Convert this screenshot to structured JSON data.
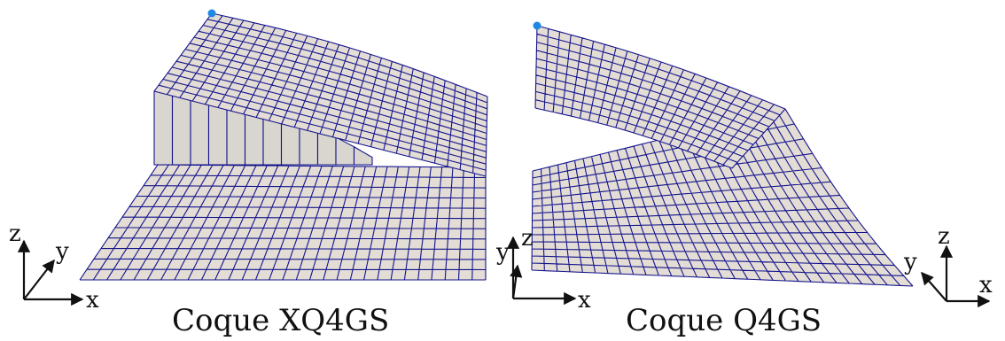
{
  "captions": {
    "left": "Coque XQ4GS",
    "right": "Coque Q4GS"
  },
  "axes_labels": {
    "x": "x",
    "y": "y",
    "z": "z"
  },
  "colors": {
    "mesh_fill": "#e3ddd6",
    "wall_fill": "#d9d5cf",
    "mesh_line": "#14148c",
    "marker": "#1e88e5",
    "axis": "#111111"
  },
  "mesh": {
    "lower_plate": {
      "rows": 11,
      "cols": 30
    },
    "upper_plate": {
      "rows": 13,
      "cols": 26
    },
    "crack_wall": {
      "cols": 12
    }
  }
}
